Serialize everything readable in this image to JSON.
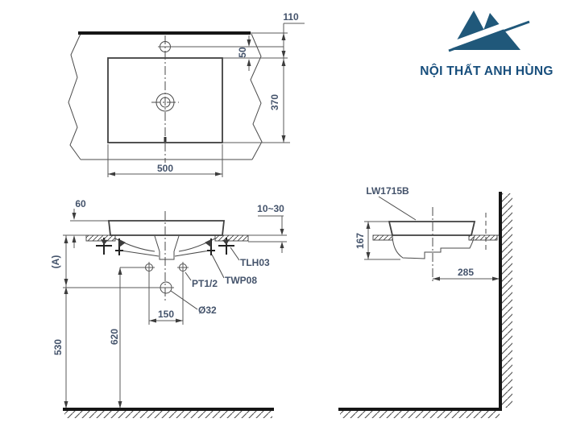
{
  "logo": {
    "text": "NỘI THẤT ANH HÙNG",
    "mark_color": "#20587a",
    "text_color": "#174e7c"
  },
  "plan": {
    "dim_110": "110",
    "dim_50": "50",
    "dim_370": "370",
    "dim_500": "500"
  },
  "front": {
    "dim_60": "60",
    "dim_range": "10~30",
    "dim_a": "(A)",
    "lbl_tlh03": "TLH03",
    "lbl_twp08": "TWP08",
    "lbl_pt": "PT1/2",
    "lbl_d32": "Ø32",
    "dim_150": "150",
    "dim_620": "620",
    "dim_530": "530"
  },
  "side": {
    "lbl_model": "LW1715B",
    "dim_167": "167",
    "dim_285": "285"
  }
}
